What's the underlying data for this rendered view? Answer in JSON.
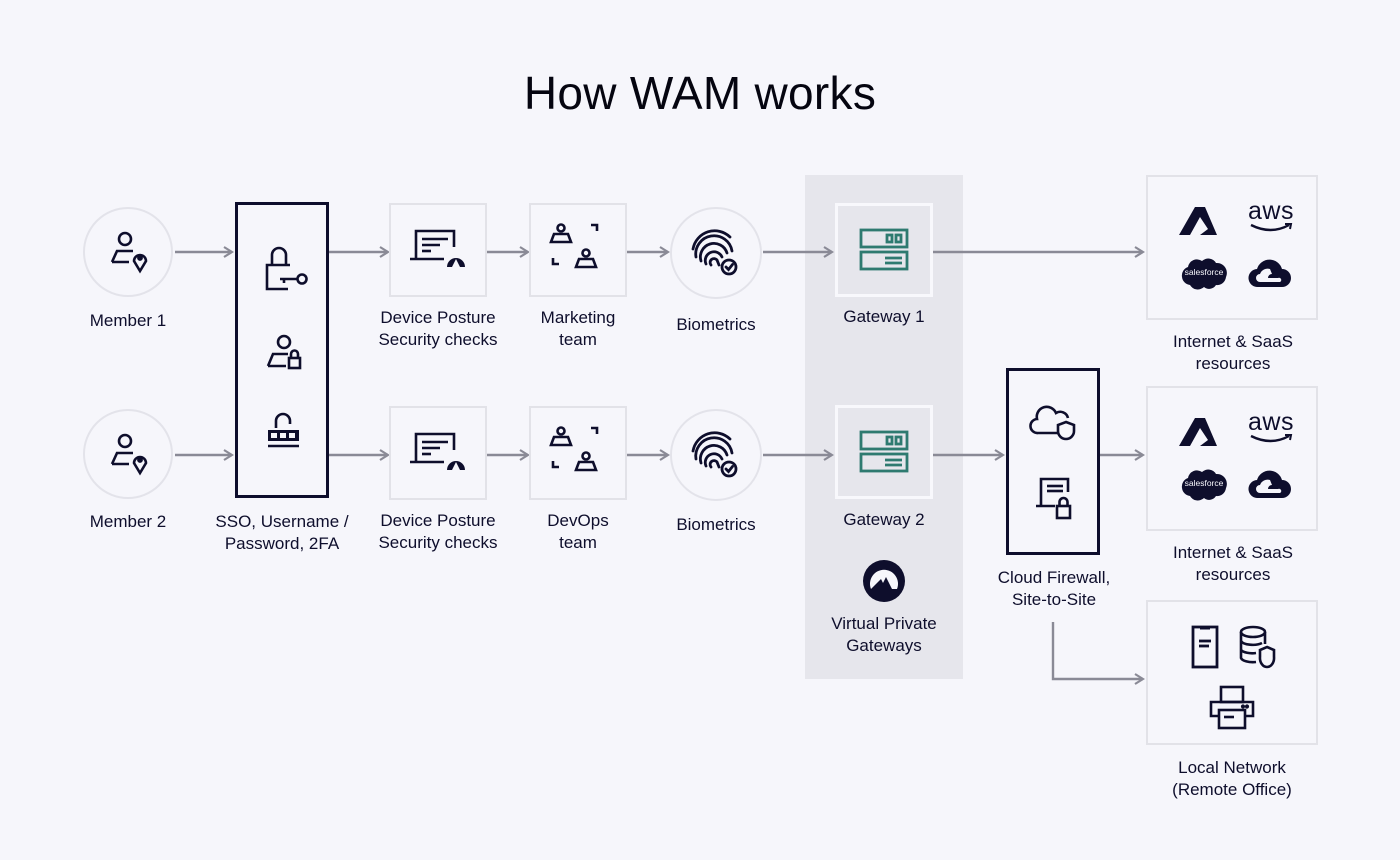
{
  "title": "How WAM works",
  "colors": {
    "background": "#f6f6fb",
    "ink": "#0e0e2c",
    "arrow": "#8a8a96",
    "gateway_accent": "#2e7a70",
    "panel": "#e6e6ec"
  },
  "members": [
    {
      "label": "Member 1",
      "icon": "user-location-icon"
    },
    {
      "label": "Member 2",
      "icon": "user-location-icon"
    }
  ],
  "auth": {
    "label_line1": "SSO, Username /",
    "label_line2": "Password, 2FA",
    "icons": [
      "lock-key-icon",
      "user-lock-icon",
      "lock-pin-icon"
    ]
  },
  "device_checks": [
    {
      "line1": "Device Posture",
      "line2": "Security checks",
      "icon": "device-posture-icon"
    },
    {
      "line1": "Device Posture",
      "line2": "Security checks",
      "icon": "device-posture-icon"
    }
  ],
  "teams": [
    {
      "line1": "Marketing",
      "line2": "team",
      "icon": "team-scan-icon"
    },
    {
      "line1": "DevOps",
      "line2": "team",
      "icon": "team-scan-icon"
    }
  ],
  "biometrics": [
    {
      "label": "Biometrics",
      "icon": "fingerprint-check-icon"
    },
    {
      "label": "Biometrics",
      "icon": "fingerprint-check-icon"
    }
  ],
  "gateways": [
    {
      "label": "Gateway 1",
      "icon": "server-icon"
    },
    {
      "label": "Gateway 2",
      "icon": "server-icon"
    }
  ],
  "vpg": {
    "line1": "Virtual Private",
    "line2": "Gateways",
    "icon": "mountain-logo-icon"
  },
  "firewall": {
    "line1": "Cloud Firewall,",
    "line2": "Site-to-Site",
    "icons": [
      "cloud-shield-icon",
      "device-lock-icon"
    ]
  },
  "resources": [
    {
      "line1": "Internet & SaaS",
      "line2": "resources",
      "logos": [
        "azure-logo",
        "aws-logo",
        "salesforce-logo",
        "google-cloud-logo"
      ],
      "aws_text": "aws",
      "salesforce_text": "salesforce"
    },
    {
      "line1": "Internet & SaaS",
      "line2": "resources",
      "logos": [
        "azure-logo",
        "aws-logo",
        "salesforce-logo",
        "google-cloud-logo"
      ],
      "aws_text": "aws",
      "salesforce_text": "salesforce"
    }
  ],
  "local_network": {
    "line1": "Local Network",
    "line2": "(Remote Office)",
    "icons": [
      "document-icon",
      "database-shield-icon",
      "printer-icon"
    ]
  }
}
